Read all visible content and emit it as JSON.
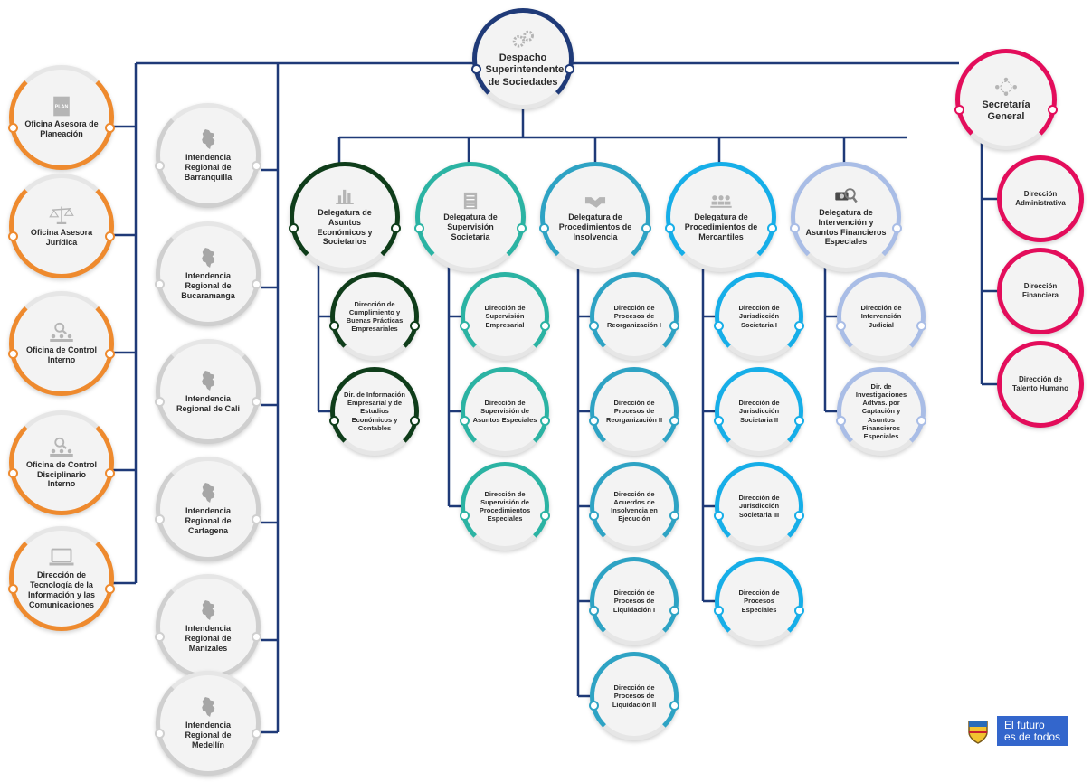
{
  "colors": {
    "connector": "#1f3a78",
    "navy": "#1f3a78",
    "orange": "#ee8a2e",
    "grey": "#cfcfcf",
    "magenta": "#e30d5b",
    "dark_green": "#0f3d1a",
    "teal": "#2bb3a3",
    "teal_blue": "#2ea3c4",
    "sky_blue": "#16aee8",
    "periwinkle": "#a9bde6"
  },
  "root": {
    "label": "Despacho Superintendente de Sociedades",
    "icon": "gears-icon"
  },
  "secretaria": {
    "label": "Secretaría General",
    "icon": "people-network-icon"
  },
  "offices": [
    {
      "label": "Oficina Asesora de Planeación",
      "icon": "plan-document-icon",
      "icon_text": "PLAN"
    },
    {
      "label": "Oficina Asesora Jurídica",
      "icon": "scales-icon"
    },
    {
      "label": "Oficina de Control Interno",
      "icon": "magnifier-people-icon"
    },
    {
      "label": "Oficina de Control Disciplinario Interno",
      "icon": "magnifier-people-icon"
    },
    {
      "label": "Dirección de Tecnología de la Información y las Comunicaciones",
      "icon": "computer-icon"
    }
  ],
  "regionales": [
    {
      "label": "Intendencia Regional de Barranquilla",
      "icon": "colombia-map-icon"
    },
    {
      "label": "Intendencia Regional de Bucaramanga",
      "icon": "colombia-map-icon"
    },
    {
      "label": "Intendencia Regional de Cali",
      "icon": "colombia-map-icon"
    },
    {
      "label": "Intendencia Regional de Cartagena",
      "icon": "colombia-map-icon"
    },
    {
      "label": "Intendencia Regional de Manizales",
      "icon": "colombia-map-icon"
    },
    {
      "label": "Intendencia Regional de Medellín",
      "icon": "colombia-map-icon"
    }
  ],
  "delegaturas": [
    {
      "label": "Delegatura de Asuntos Económicos y Societarios",
      "icon": "bar-chart-icon",
      "children": [
        "Dirección de Cumplimiento y Buenas Prácticas Empresariales",
        "Dir. de Información Empresarial y de Estudios Económicos y Contables"
      ]
    },
    {
      "label": "Delegatura de Supervisión Societaria",
      "icon": "checklist-icon",
      "children": [
        "Dirección de Supervisión Empresarial",
        "Dirección de Supervisión de Asuntos Especiales",
        "Dirección de Supervisión de Procedimientos Especiales"
      ]
    },
    {
      "label": "Delegatura de Procedimientos de Insolvencia",
      "icon": "handshake-icon",
      "children": [
        "Dirección de Procesos de Reorganización I",
        "Dirección de Procesos de Reorganización II",
        "Dirección de Acuerdos de Insolvencia en Ejecución",
        "Dirección de Procesos de Liquidación I",
        "Dirección de Procesos de Liquidación II"
      ]
    },
    {
      "label": "Delegatura de Procedimientos de Mercantiles",
      "icon": "meeting-icon",
      "children": [
        "Dirección de Jurisdicción Societaria I",
        "Dirección de Jurisdicción Societaria II",
        "Dirección de Jurisdicción Societaria III",
        "Dirección de Procesos Especiales"
      ]
    },
    {
      "label": "Delegatura de Intervención y Asuntos Financieros Especiales",
      "icon": "money-search-icon",
      "children": [
        "Dirección de Intervención Judicial",
        "Dir. de Investigaciones Adtvas. por Captación y Asuntos Financieros Especiales"
      ]
    }
  ],
  "secretaria_children": [
    "Dirección Administrativa",
    "Dirección Financiera",
    "Dirección de Talento Humano"
  ],
  "brand": {
    "line1": "El futuro",
    "line2": "es de todos",
    "icon": "colombia-shield-icon"
  }
}
